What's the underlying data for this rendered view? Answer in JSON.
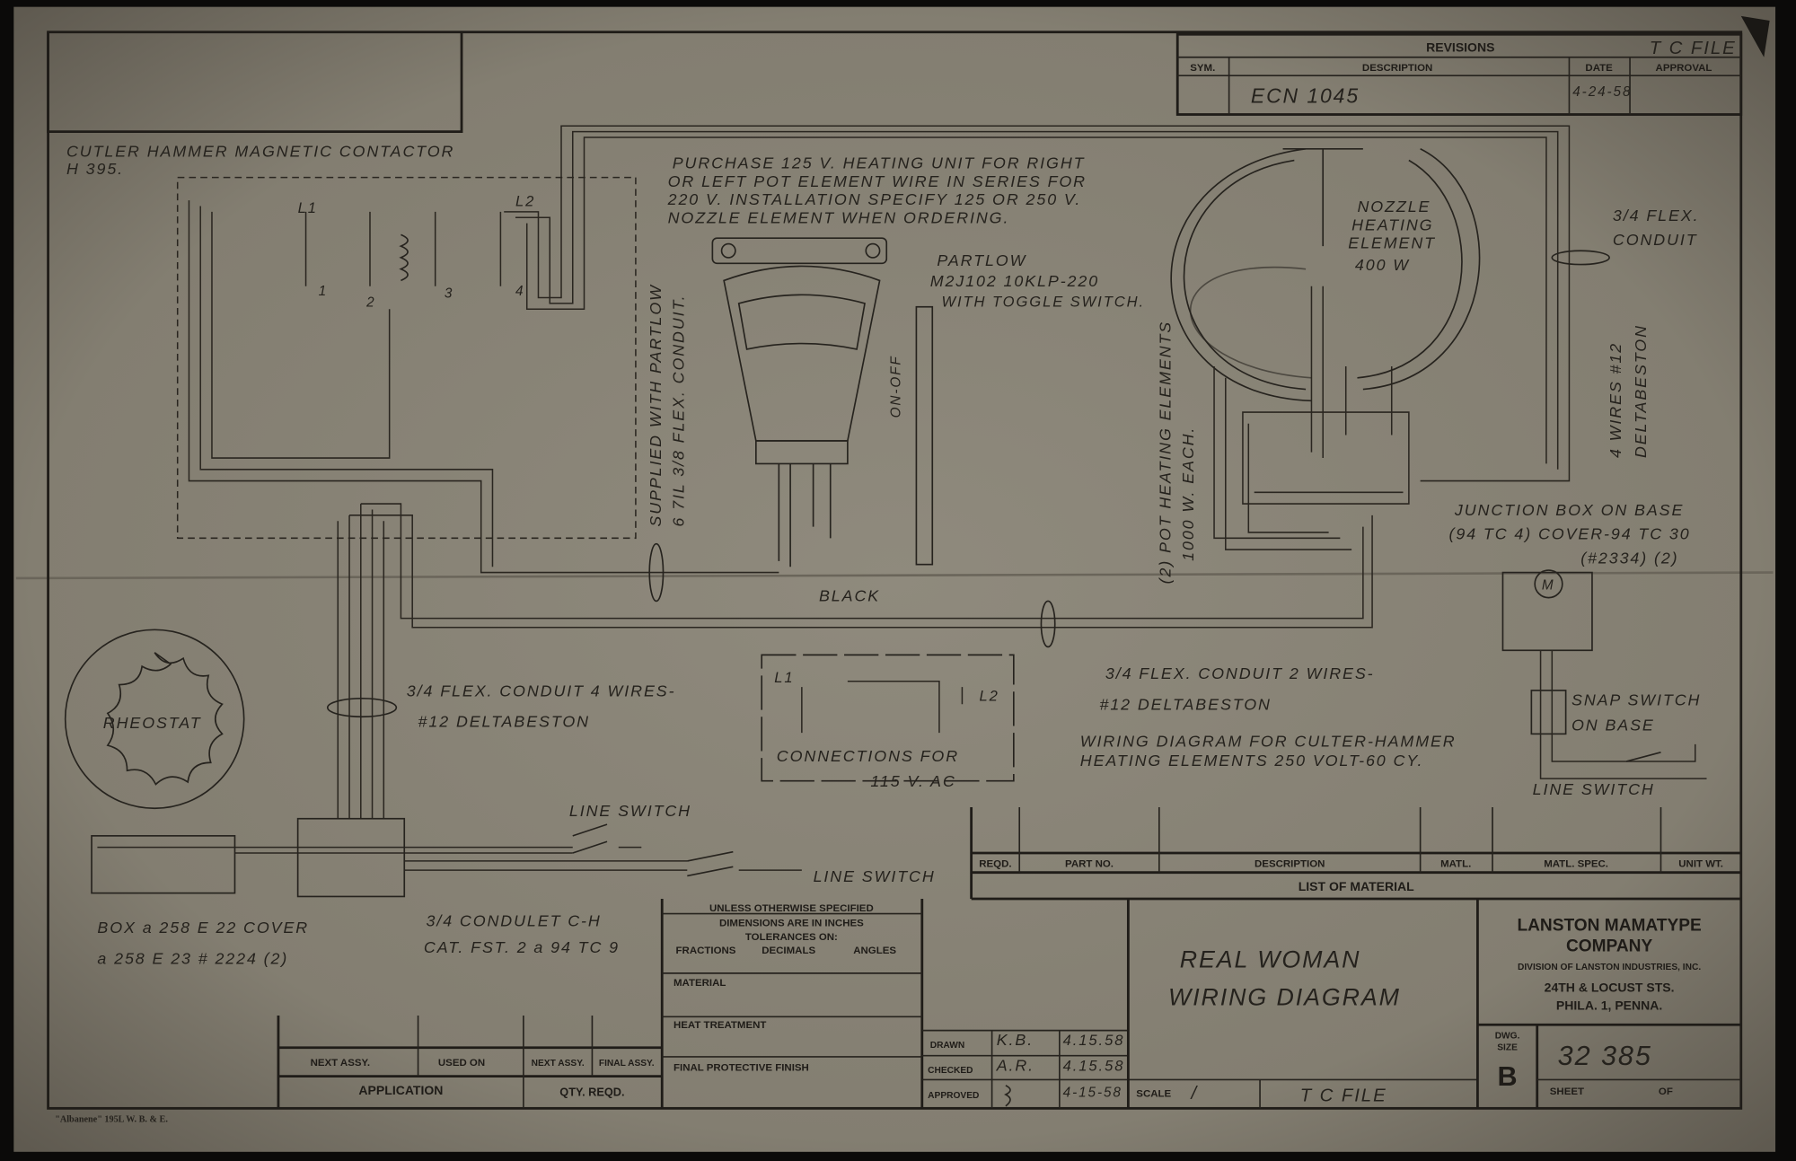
{
  "revisions": {
    "title": "REVISIONS",
    "stamp": "T C FILE",
    "headers": [
      "SYM.",
      "DESCRIPTION",
      "DATE",
      "APPROVAL"
    ],
    "rows": [
      {
        "sym": "",
        "description": "ECN 1045",
        "date": "4-24-58",
        "approval": ""
      }
    ]
  },
  "annotations": {
    "contactor": [
      "CUTLER HAMMER MAGNETIC CONTACTOR",
      "H 395."
    ],
    "purchase_note": [
      "PURCHASE 125 V. HEATING UNIT FOR RIGHT",
      "OR LEFT POT ELEMENT WIRE IN SERIES FOR",
      "220 V. INSTALLATION SPECIFY 125 OR 250 V.",
      "NOZZLE ELEMENT WHEN ORDERING."
    ],
    "partlow": [
      "PARTLOW",
      "M2J102 10KLP-220",
      "WITH TOGGLE SWITCH."
    ],
    "supplied": [
      "SUPPLIED WITH PARTLOW",
      "6 7IL 3/8 FLEX. CONDUIT."
    ],
    "on_off": "ON-OFF",
    "nozzle": [
      "NOZZLE",
      "HEATING",
      "ELEMENT",
      "400 W"
    ],
    "pot_elements": [
      "(2) POT HEATING ELEMENTS",
      "1000 W. EACH."
    ],
    "flex_right": [
      "3/4 FLEX.",
      "CONDUIT"
    ],
    "four_wires": [
      "4 WIRES #12",
      "DELTABESTON"
    ],
    "junction": [
      "JUNCTION BOX ON BASE",
      "(94 TC 4) COVER-94 TC 30",
      "(#2334) (2)"
    ],
    "motor": "M",
    "black": "BLACK",
    "flex_2wires": [
      "3/4 FLEX. CONDUIT 2 WIRES-",
      "#12 DELTABESTON"
    ],
    "wiring_title": [
      "WIRING DIAGRAM FOR CULTER-HAMMER",
      "HEATING ELEMENTS 250 VOLT-60 CY."
    ],
    "snap_switch": [
      "SNAP SWITCH",
      "ON BASE"
    ],
    "line_switch_right": "LINE SWITCH",
    "rheostat": "RHEOSTAT",
    "flex_4wires": [
      "3/4 FLEX. CONDUIT 4 WIRES-",
      "#12 DELTABESTON"
    ],
    "connections": [
      "CONNECTIONS FOR",
      "115 V. AC"
    ],
    "l1": "L1",
    "l2": "L2",
    "terminals": [
      "1",
      "2",
      "3",
      "4"
    ],
    "line_switch_top": "LINE SWITCH",
    "line_switch_mid": "LINE SWITCH",
    "box": [
      "BOX a 258 E 22 COVER",
      "a 258 E 23 # 2224 (2)"
    ],
    "condulet": [
      "3/4 CONDULET C-H",
      "CAT. FST. 2 a 94 TC 9"
    ]
  },
  "material_list": {
    "headers": [
      "REQD.",
      "PART NO.",
      "DESCRIPTION",
      "MATL.",
      "MATL. SPEC.",
      "UNIT WT."
    ],
    "title": "LIST OF MATERIAL"
  },
  "tolerances": {
    "lines": [
      "UNLESS OTHERWISE SPECIFIED",
      "DIMENSIONS ARE IN INCHES",
      "TOLERANCES ON:"
    ],
    "columns": [
      "FRACTIONS",
      "DECIMALS",
      "ANGLES"
    ],
    "material": "MATERIAL",
    "heat_treatment": "HEAT TREATMENT",
    "finish": "FINAL PROTECTIVE FINISH"
  },
  "application": {
    "headers": [
      "NEXT ASSY.",
      "USED ON",
      "NEXT ASSY.",
      "FINAL ASSY."
    ],
    "footer": [
      "APPLICATION",
      "QTY. REQD."
    ]
  },
  "signoff": [
    {
      "label": "DRAWN",
      "by": "K.B.",
      "date": "4.15.58"
    },
    {
      "label": "CHECKED",
      "by": "A.R.",
      "date": "4.15.58"
    },
    {
      "label": "APPROVED",
      "by": "",
      "date": "4-15-58"
    }
  ],
  "title_block": {
    "title": [
      "REAL WOMAN",
      "WIRING DIAGRAM"
    ],
    "scale_label": "SCALE",
    "scale_value": "/",
    "file_stamp": "T C FILE",
    "company": "LANSTON MAMATYPE",
    "company2": "COMPANY",
    "division": "DIVISION OF LANSTON INDUSTRIES, INC.",
    "address": [
      "24TH & LOCUST STS.",
      "PHILA. 1, PENNA."
    ],
    "dwg_size_label": [
      "DWG.",
      "SIZE"
    ],
    "dwg_size": "B",
    "dwg_number": "32 385",
    "sheet_label": "SHEET",
    "of_label": "OF"
  },
  "paper_mark": "\"Albanene\" 195L  W. B. & E."
}
